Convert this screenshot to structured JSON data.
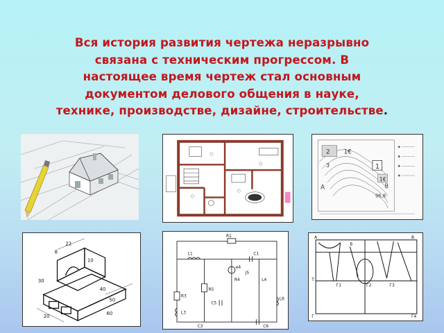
{
  "slide": {
    "title_lines": [
      "Вся история развития чертежа неразрывно",
      "связана с  техническим  прогрессом. В",
      "настоящее время чертеж стал основным",
      "документом делового общения  в науке,",
      "технике, производстве, дизайне, строительстве"
    ],
    "title_end": "."
  },
  "colors": {
    "title": "#c4161c",
    "background_top": "#b6f2f6",
    "background_bottom": "#a9c6ee",
    "pencil": "#e8d335"
  },
  "map_panel": {
    "labels": [
      "2",
      "1€",
      "3",
      "1",
      "1€",
      "В",
      "А",
      "96,8"
    ]
  },
  "circuit_panel": {
    "labels": [
      "R1",
      "L1",
      "C1",
      "e4",
      "J5",
      "R4",
      "L4",
      "R5",
      "R3",
      "C5",
      "L3",
      "L6",
      "C3",
      "C6"
    ]
  },
  "isometric_panel": {
    "labels": [
      "22",
      "8",
      "10",
      "30",
      "40",
      "50",
      "60",
      "20"
    ]
  },
  "pattern_panel": {
    "labels": [
      "А",
      "В",
      "Б",
      "Т",
      "Г",
      "Г1",
      "Г2",
      "Г3",
      "Г4"
    ]
  }
}
